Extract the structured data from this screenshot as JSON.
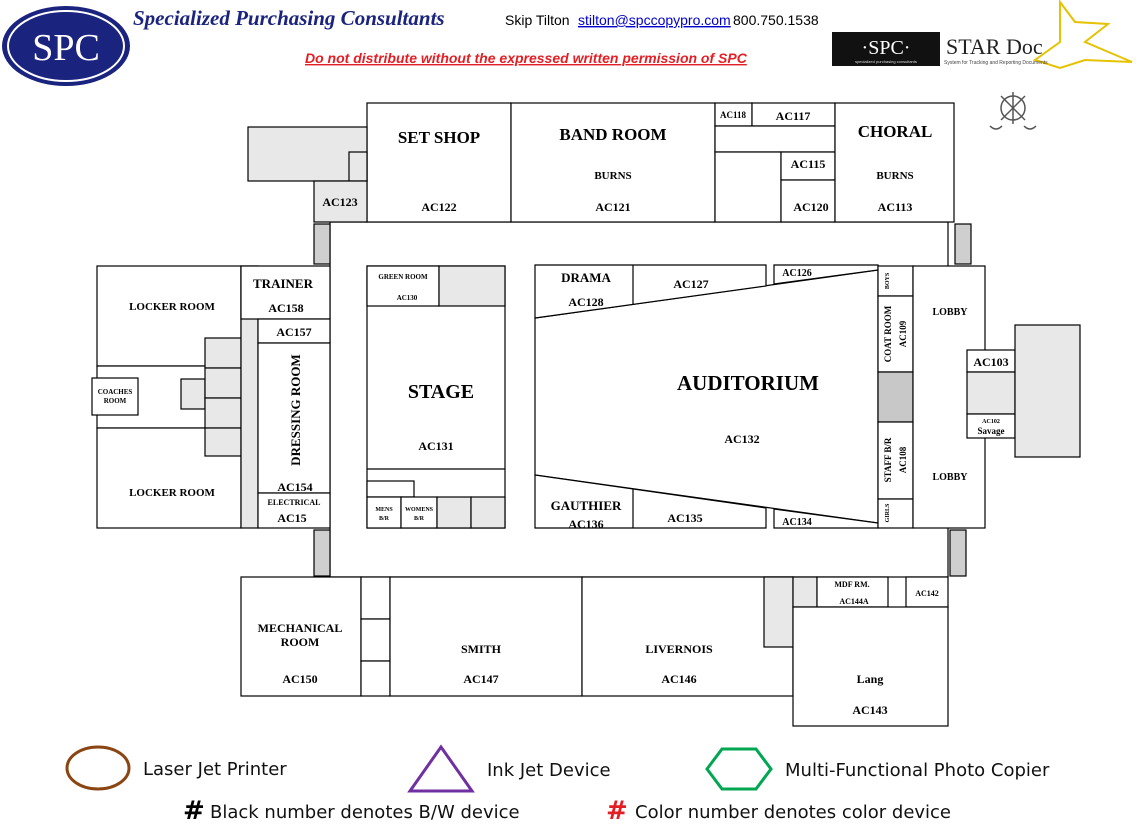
{
  "header": {
    "logo_text": "SPC",
    "company": "Specialized Purchasing Consultants",
    "contact_name": "Skip Tilton",
    "contact_email": "stilton@spccopypro.com",
    "contact_phone": "800.750.1538",
    "warning": "Do not distribute without the expressed written permission of SPC",
    "stardoc_spc": "·SPC·",
    "stardoc_title": "STAR Doc",
    "stardoc_sub1": "specialized purchasing consultants",
    "stardoc_sub2": "System for Tracking and Reporting Documents"
  },
  "rooms": {
    "set_shop": "SET SHOP",
    "ac122": "AC122",
    "band_room": "BAND ROOM",
    "band_teacher": "BURNS",
    "ac121": "AC121",
    "ac118": "AC118",
    "ac117": "AC117",
    "ac115": "AC115",
    "ac120": "AC120",
    "choral": "CHORAL",
    "choral_teacher": "BURNS",
    "ac113": "AC113",
    "ac123": "AC123",
    "locker_room_top": "LOCKER ROOM",
    "locker_room_bottom": "LOCKER ROOM",
    "coaches_1": "COACHES",
    "coaches_2": "ROOM",
    "trainer": "TRAINER",
    "ac158": "AC158",
    "ac157": "AC157",
    "dressing_room": "DRESSING ROOM",
    "ac154": "AC154",
    "electrical": "ELECTRICAL",
    "ac15": "AC15",
    "green_room": "GREEN ROOM",
    "ac130": "AC130",
    "stage": "STAGE",
    "ac131": "AC131",
    "mens_1": "MENS",
    "mens_2": "B/R",
    "womens_1": "WOMENS",
    "womens_2": "B/R",
    "drama": "DRAMA",
    "ac128": "AC128",
    "ac127": "AC127",
    "ac126": "AC126",
    "auditorium": "AUDITORIUM",
    "ac132": "AC132",
    "gauthier": "GAUTHIER",
    "ac136": "AC136",
    "ac135": "AC135",
    "ac134": "AC134",
    "boys": "BOYS",
    "coat_room": "COAT ROOM",
    "ac109": "AC109",
    "staff_br": "STAFF B/R",
    "ac108": "AC108",
    "girls": "GIRLS",
    "lobby_top": "LOBBY",
    "lobby_bottom": "LOBBY",
    "ac103": "AC103",
    "ac102": "AC102",
    "savage": "Savage",
    "mechanical_1": "MECHANICAL",
    "mechanical_2": "ROOM",
    "ac150": "AC150",
    "smith": "SMITH",
    "ac147": "AC147",
    "livernois": "LIVERNOIS",
    "ac146": "AC146",
    "mdf": "MDF RM.",
    "ac144a": "AC144A",
    "ac142": "AC142",
    "lang": "Lang",
    "ac143": "AC143"
  },
  "legend": {
    "laser": "Laser Jet Printer",
    "inkjet": "Ink Jet Device",
    "mfp": "Multi-Functional Photo Copier",
    "hash": "#",
    "bw_note": "Black number denotes B/W device",
    "color_note": "Color number denotes color device",
    "colors": {
      "laser": "#8b4513",
      "inkjet": "#7030a0",
      "mfp": "#00a651",
      "color_hash": "#e31e24",
      "navy": "#1a237e",
      "warning": "#e31e24"
    }
  }
}
